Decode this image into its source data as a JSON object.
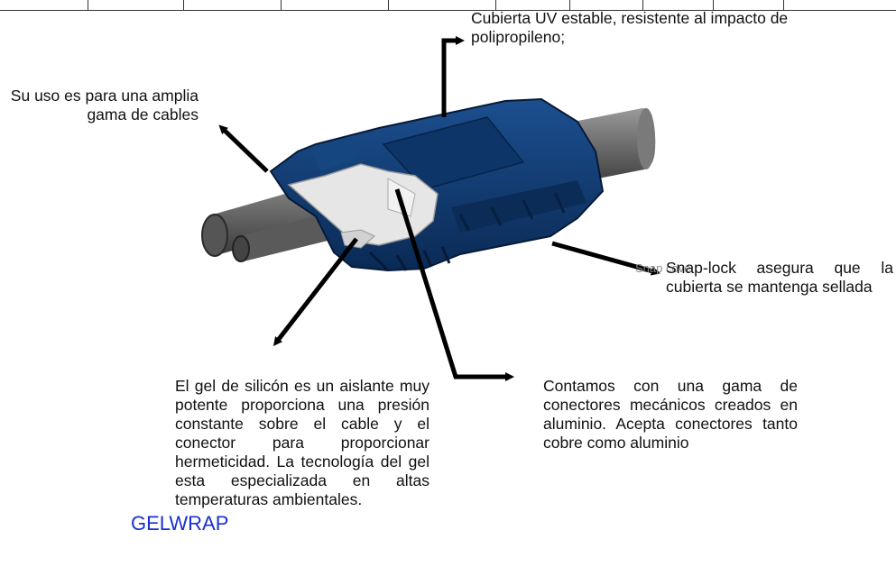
{
  "title": "GELWRAP",
  "title_color": "#1a2fd0",
  "arrow_color": "#000000",
  "connector_color": "#0e3a73",
  "callouts": {
    "cover": "Cubierta UV estable, resistente al impacto de polipropileno;",
    "cables": "Su uso es para una amplia gama de cables",
    "snaplock": "Snap-lock asegura que la cubierta se mantenga sellada",
    "gel": "El gel de silicón es un aislante muy potente proporciona una presión constante sobre el cable y el conector para proporcionar hermeticidad. La tecnología del gel esta especializada en altas temperaturas ambientales.",
    "connectors": "Contamos con una gama de conectores mecánicos creados en aluminio. Acepta conectores tanto cobre como aluminio"
  },
  "faint_label": "Snap cove"
}
